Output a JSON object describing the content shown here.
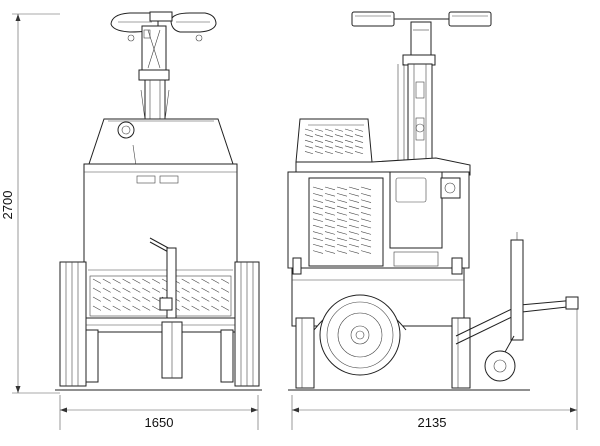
{
  "dimensions": {
    "height_label": "2700",
    "front_width_label": "1650",
    "side_length_label": "2135"
  },
  "panel_labels": {
    "plate_left": "",
    "plate_right": ""
  }
}
